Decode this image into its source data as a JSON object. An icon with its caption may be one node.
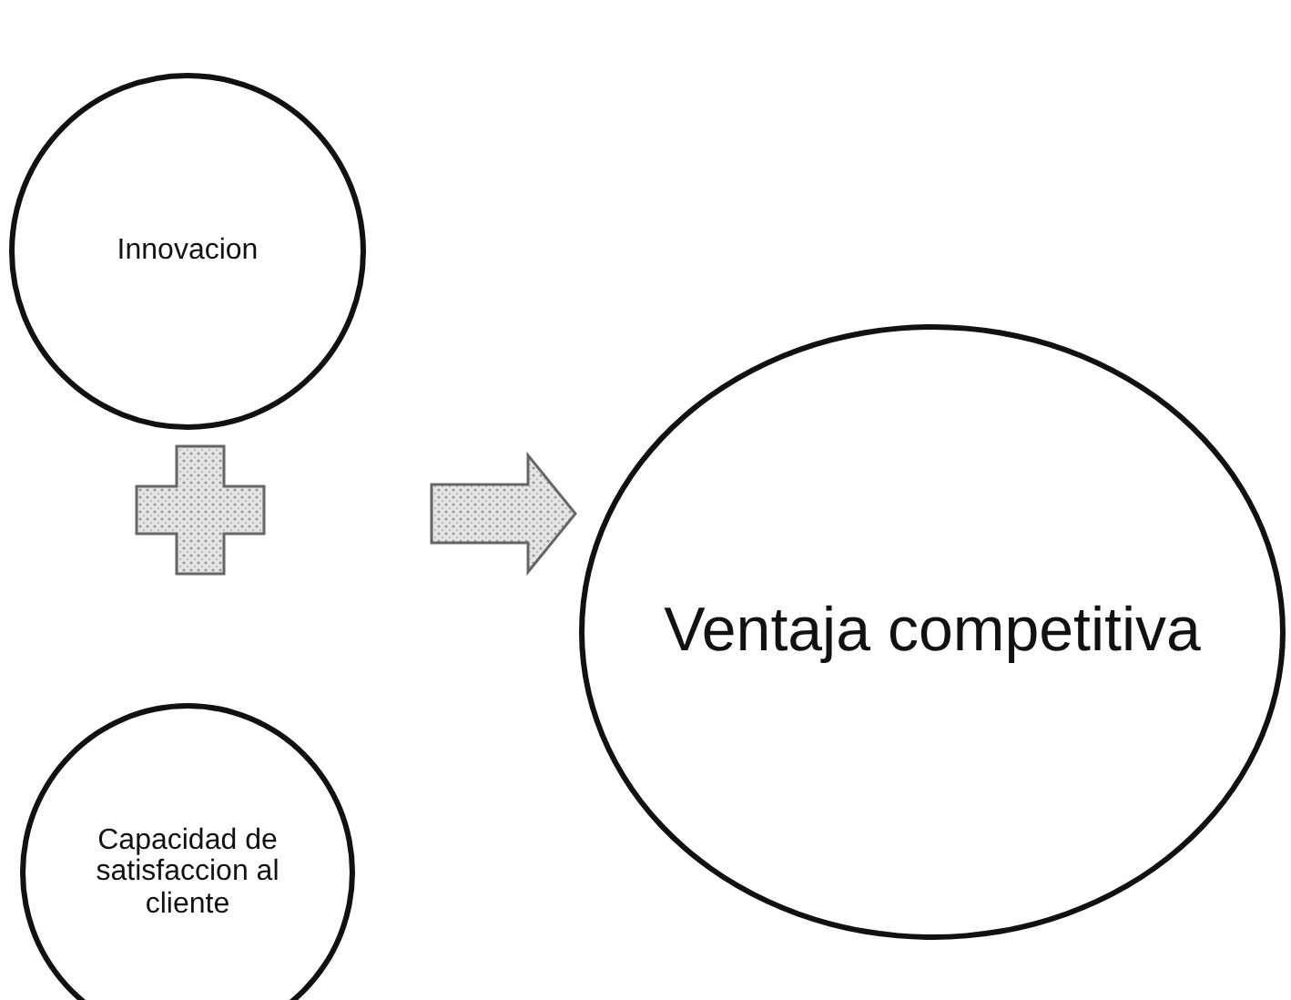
{
  "diagram": {
    "nodes": [
      {
        "text": [
          "Innovacion"
        ]
      },
      {
        "text": [
          "Capacidad de satisfaccion al cliente"
        ]
      },
      {
        "text": [
          "Ventaja competitiva"
        ]
      }
    ],
    "edges": [
      {
        "from": null,
        "to": 2,
        "arrow": "to"
      }
    ]
  }
}
